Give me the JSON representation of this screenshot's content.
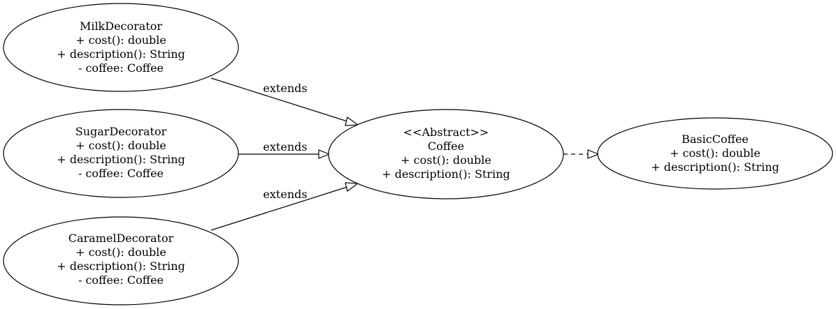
{
  "nodes": {
    "milk": {
      "lines": [
        "MilkDecorator",
        "+ cost(): double",
        "+ description(): String",
        "- coffee: Coffee"
      ]
    },
    "sugar": {
      "lines": [
        "SugarDecorator",
        "+ cost(): double",
        "+ description(): String",
        "- coffee: Coffee"
      ]
    },
    "caramel": {
      "lines": [
        "CaramelDecorator",
        "+ cost(): double",
        "+ description(): String",
        "- coffee: Coffee"
      ]
    },
    "coffee": {
      "lines": [
        "<<Abstract>>",
        "Coffee",
        "+ cost(): double",
        "+ description(): String"
      ]
    },
    "basic": {
      "lines": [
        "BasicCoffee",
        "+ cost(): double",
        "+ description(): String"
      ]
    }
  },
  "edges": {
    "milk_coffee": {
      "label": "extends",
      "style": "solid"
    },
    "sugar_coffee": {
      "label": "extends",
      "style": "solid"
    },
    "caramel_coffee": {
      "label": "extends",
      "style": "solid"
    },
    "coffee_basic": {
      "label": "",
      "style": "dashed"
    }
  },
  "colors": {
    "stroke": "#000000",
    "fill": "#ffffff",
    "text": "#000000"
  }
}
